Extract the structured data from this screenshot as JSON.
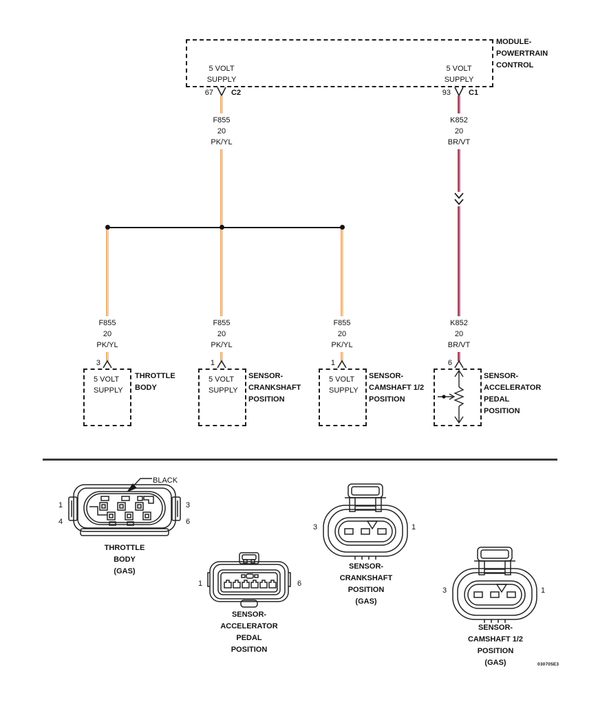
{
  "colors": {
    "pk": "#f29d93",
    "pk2": "#f6bfa8",
    "yl": "#f5e25f",
    "br": "#8a5a2a",
    "vt": "#e160c2",
    "line": "#1c1c1c"
  },
  "module": {
    "name": [
      "MODULE-",
      "POWERTRAIN",
      "CONTROL"
    ],
    "left_function": [
      "5 VOLT",
      "SUPPLY"
    ],
    "right_function": [
      "5 VOLT",
      "SUPPLY"
    ],
    "left_pin": "67",
    "left_connector": "C2",
    "right_pin": "93",
    "right_connector": "C1"
  },
  "wire_labels": {
    "trunk_left": {
      "circuit": "F855",
      "gauge": "20",
      "color": "PK/YL"
    },
    "trunk_right": {
      "circuit": "K852",
      "gauge": "20",
      "color": "BR/VT"
    },
    "branch1": {
      "circuit": "F855",
      "gauge": "20",
      "color": "PK/YL"
    },
    "branch2": {
      "circuit": "F855",
      "gauge": "20",
      "color": "PK/YL"
    },
    "branch3": {
      "circuit": "F855",
      "gauge": "20",
      "color": "PK/YL"
    },
    "branch4": {
      "circuit": "K852",
      "gauge": "20",
      "color": "BR/VT"
    }
  },
  "components": {
    "throttle_body": {
      "pin": "3",
      "function": [
        "5 VOLT",
        "SUPPLY"
      ],
      "name": [
        "THROTTLE",
        "BODY"
      ]
    },
    "crankshaft": {
      "pin": "1",
      "function": [
        "5 VOLT",
        "SUPPLY"
      ],
      "name": [
        "SENSOR-",
        "CRANKSHAFT",
        "POSITION"
      ]
    },
    "camshaft": {
      "pin": "1",
      "function": [
        "5 VOLT",
        "SUPPLY"
      ],
      "name": [
        "SENSOR-",
        "CAMSHAFT 1/2",
        "POSITION"
      ]
    },
    "accelerator": {
      "pin": "6",
      "name": [
        "SENSOR-",
        "ACCELERATOR",
        "PEDAL",
        "POSITION"
      ]
    }
  },
  "connector_views": {
    "throttle_body": {
      "color_note": "BLACK",
      "pin_top_left": "1",
      "pin_bottom_left": "4",
      "pin_top_right": "3",
      "pin_bottom_right": "6",
      "caption": [
        "THROTTLE",
        "BODY",
        "(GAS)"
      ]
    },
    "accelerator": {
      "pin_left": "1",
      "pin_right": "6",
      "caption": [
        "SENSOR-",
        "ACCELERATOR",
        "PEDAL",
        "POSITION"
      ]
    },
    "crankshaft": {
      "pin_left": "3",
      "pin_right": "1",
      "caption": [
        "SENSOR-",
        "CRANKSHAFT",
        "POSITION",
        "(GAS)"
      ]
    },
    "camshaft": {
      "pin_left": "3",
      "pin_right": "1",
      "caption": [
        "SENSOR-",
        "CAMSHAFT 1/2",
        "POSITION",
        "(GAS)"
      ]
    }
  },
  "footer_code": "030705E3"
}
